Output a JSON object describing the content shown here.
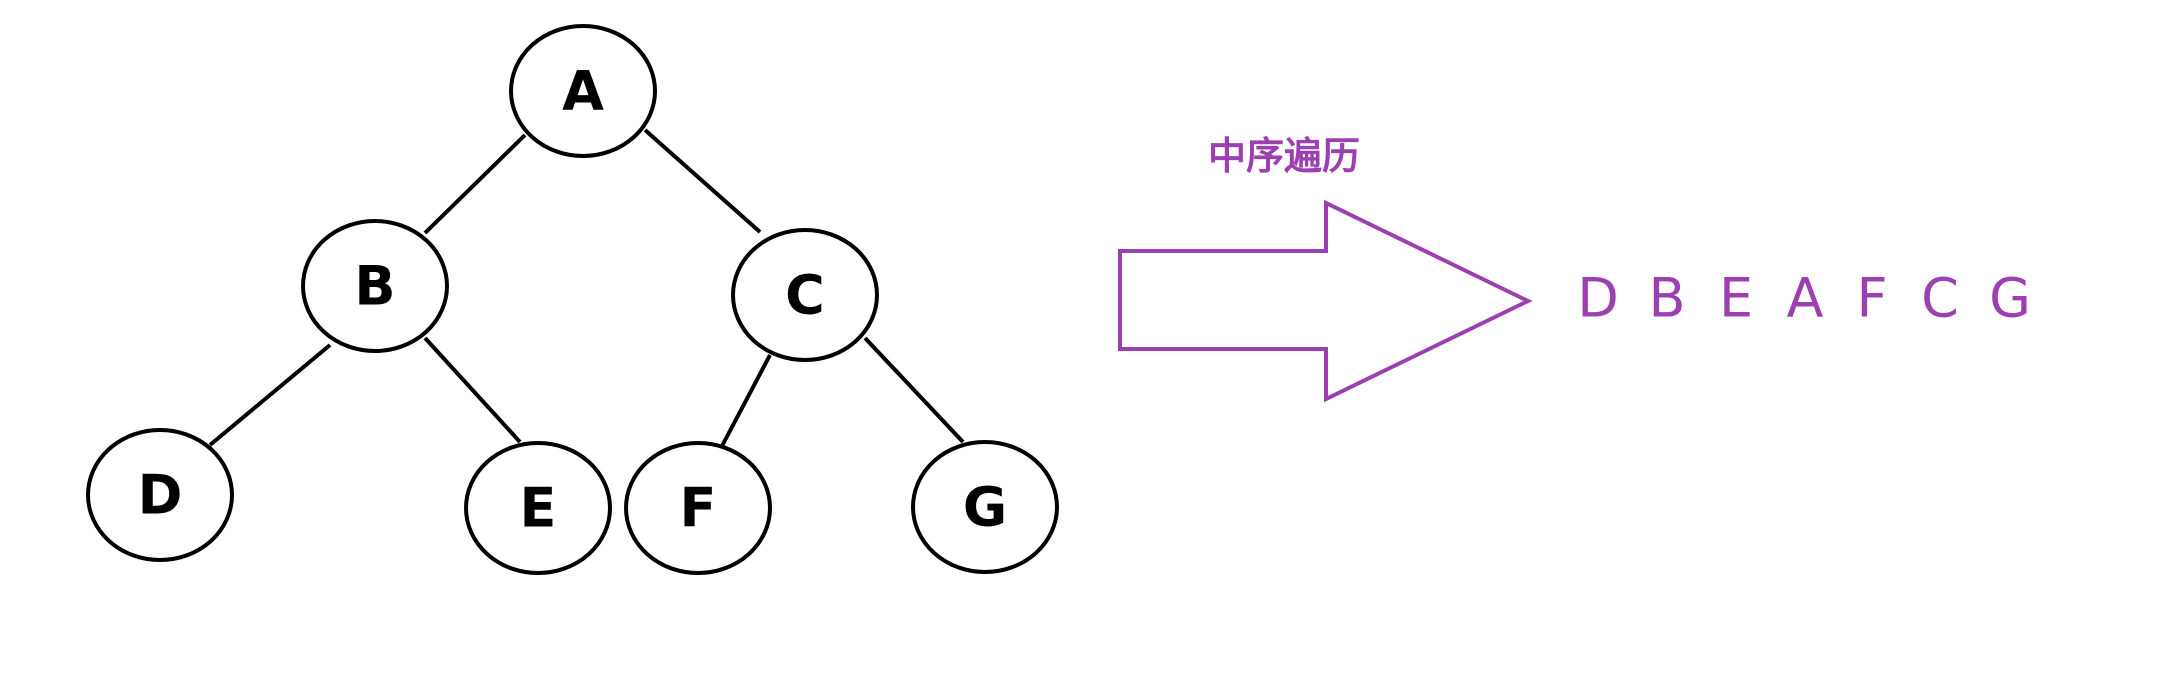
{
  "tree": {
    "nodes": [
      {
        "id": "A",
        "label": "A"
      },
      {
        "id": "B",
        "label": "B"
      },
      {
        "id": "C",
        "label": "C"
      },
      {
        "id": "D",
        "label": "D"
      },
      {
        "id": "E",
        "label": "E"
      },
      {
        "id": "F",
        "label": "F"
      },
      {
        "id": "G",
        "label": "G"
      }
    ],
    "edges": [
      {
        "from": "A",
        "to": "B"
      },
      {
        "from": "A",
        "to": "C"
      },
      {
        "from": "B",
        "to": "D"
      },
      {
        "from": "B",
        "to": "E"
      },
      {
        "from": "C",
        "to": "F"
      },
      {
        "from": "C",
        "to": "G"
      }
    ]
  },
  "arrow": {
    "caption": "中序遍历"
  },
  "result": {
    "sequence": [
      "D",
      "B",
      "E",
      "A",
      "F",
      "C",
      "G"
    ]
  },
  "colors": {
    "accent": "#9c3fb0",
    "stroke": "#000000",
    "background": "#ffffff"
  }
}
